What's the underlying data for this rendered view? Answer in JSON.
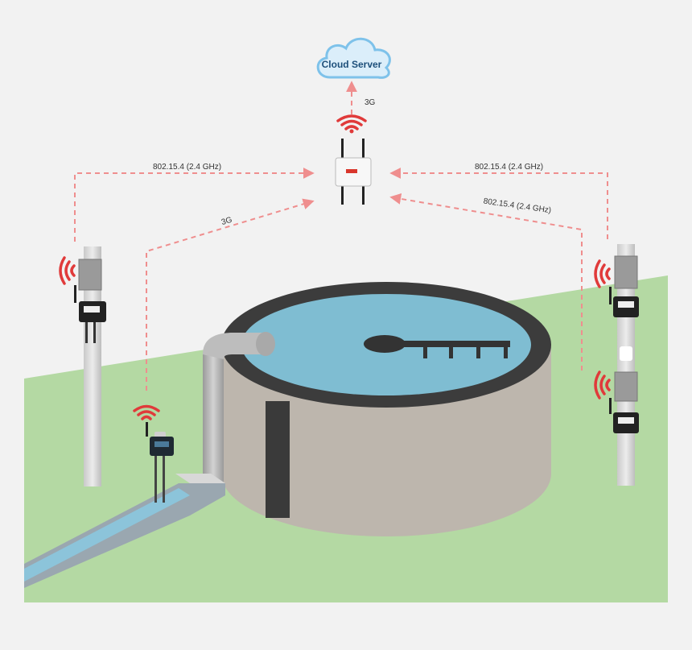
{
  "cloud": {
    "label": "Cloud Server",
    "fill": "#dbeefa",
    "stroke": "#7ec2ea"
  },
  "links": {
    "gateway_to_cloud": "3G",
    "left_pole_to_gateway": "802.15.4 (2.4 GHz)",
    "channel_sensor_to_gateway": "3G",
    "right_upper_to_gateway": "802.15.4 (2.4 GHz)",
    "right_lower_to_gateway": "802.15.4 (2.4 GHz)"
  },
  "colors": {
    "background": "#f2f2f2",
    "grass": "#b4d9a3",
    "water": "#7fbdd2",
    "tank_wall": "#bdb6ad",
    "tank_rim": "#3c3c3c",
    "dashed_link": "#ef8e8e",
    "signal_waves": "#e03a3a"
  },
  "icons": {
    "cloud": "cloud-icon",
    "gateway": "wireless-gateway-icon",
    "signal": "wifi-signal-icon",
    "sensor": "sensor-node-icon",
    "solar": "solar-panel-icon"
  }
}
